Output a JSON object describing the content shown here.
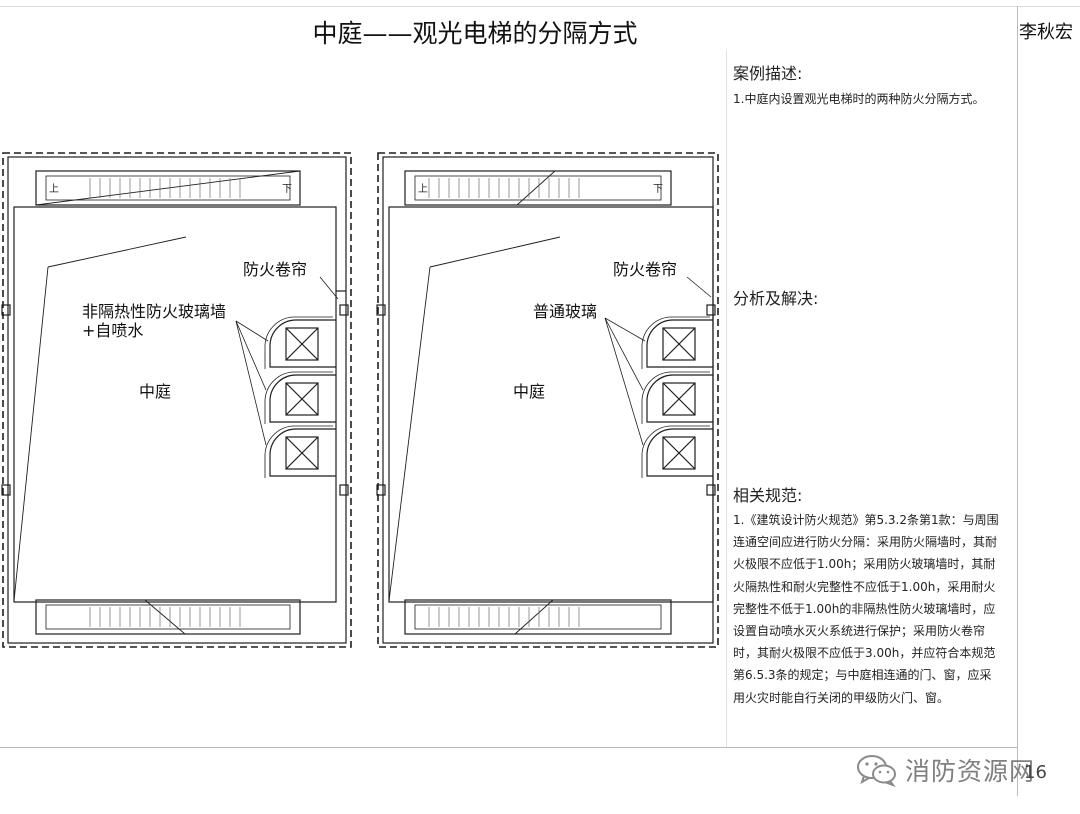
{
  "header": {
    "title": "中庭——观光电梯的分隔方式",
    "author": "李秋宏"
  },
  "case_description": {
    "heading": "案例描述:",
    "items": [
      "1.中庭内设置观光电梯时的两种防火分隔方式。"
    ]
  },
  "analysis": {
    "heading": "分析及解决:"
  },
  "regulations": {
    "heading": "相关规范:",
    "lines": [
      "1.《建筑设计防火规范》第5.3.2条第1款：与周围",
      "连通空间应进行防火分隔：采用防火隔墙时，其耐",
      "火极限不应低于1.00h；采用防火玻璃墙时，其耐",
      "火隔热性和耐火完整性不应低于1.00h，采用耐火",
      "完整性不低于1.00h的非隔热性防火玻璃墙时，应",
      "设置自动喷水灭火系统进行保护；采用防火卷帘",
      "时，其耐火极限不应低于3.00h，并应符合本规范",
      "第6.5.3条的规定；与中庭相连通的门、窗，应采",
      "用火灾时能自行关闭的甲级防火门、窗。"
    ]
  },
  "diagram_left": {
    "atrium_label": "中庭",
    "shutter_label": "防火卷帘",
    "glass_label_line1": "非隔热性防火玻璃墙",
    "glass_label_line2": "+自喷水",
    "escalator_up": "上",
    "escalator_down": "下"
  },
  "diagram_right": {
    "atrium_label": "中庭",
    "shutter_label": "防火卷帘",
    "glass_label": "普通玻璃",
    "escalator_up": "上",
    "escalator_down": "下"
  },
  "footer": {
    "watermark": "消防资源网",
    "page_number": "16"
  }
}
